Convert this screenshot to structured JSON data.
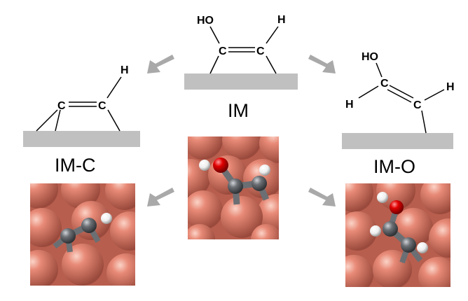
{
  "structures": {
    "im": {
      "label": "IM",
      "ho": "HO",
      "h": "H",
      "c1": "C",
      "c2": "C"
    },
    "im_c": {
      "label": "IM-C",
      "h": "H",
      "c1": "C",
      "c2": "C"
    },
    "im_o": {
      "label": "IM-O",
      "ho": "HO",
      "h_left": "H",
      "h_right": "H",
      "c1": "C",
      "c2": "C"
    }
  },
  "colors": {
    "surface": "#c0c0c0",
    "arrow": "#a9a9a9",
    "copper": "#e27e6c",
    "carbon": "#6b6f73",
    "oxygen": "#e00000",
    "hydrogen": "#f2f2f2"
  }
}
